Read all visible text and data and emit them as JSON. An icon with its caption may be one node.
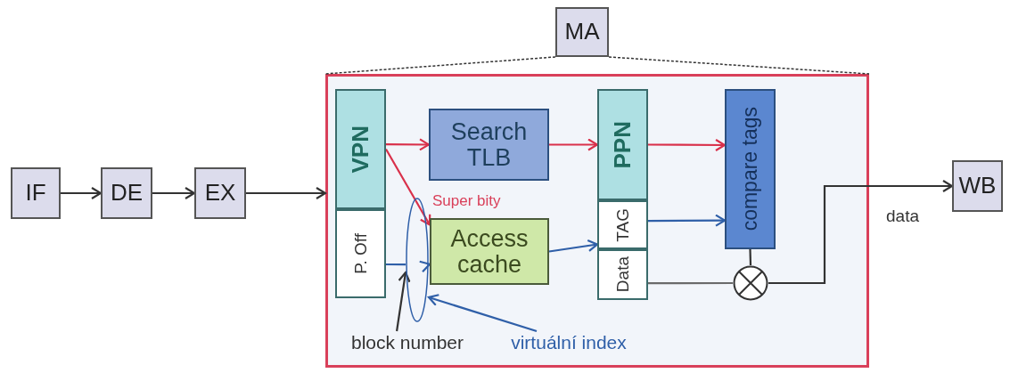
{
  "diagram": {
    "nodes": [
      {
        "text": [
          "IF"
        ]
      },
      {
        "text": [
          "DE"
        ]
      },
      {
        "text": [
          "EX"
        ]
      },
      {
        "text": [
          "MA"
        ]
      },
      {
        "text": [],
        "shape": "box"
      },
      {
        "text": [
          "VPN"
        ],
        "in": 4
      },
      {
        "text": [
          "P. Off"
        ],
        "in": 4
      },
      {
        "text": [
          "Search TLB"
        ],
        "in": 4
      },
      {
        "text": [
          "PPN"
        ],
        "in": 4
      },
      {
        "text": [
          "TAG"
        ],
        "in": 4
      },
      {
        "text": [
          "Data"
        ],
        "in": 4
      },
      {
        "text": [
          "compare tags"
        ],
        "in": 4
      },
      {
        "text": [
          "Access cache"
        ],
        "in": 4
      },
      {
        "text": [],
        "shape": "ellipse",
        "in": 4
      },
      {
        "text": [],
        "shape": "circle",
        "in": 4
      },
      {
        "text": [
          "block number"
        ],
        "in": 4
      },
      {
        "text": [
          "virtuální index"
        ],
        "in": 4
      },
      {
        "text": [
          "WB"
        ]
      }
    ],
    "edges": [
      {
        "from": 0,
        "to": 1,
        "arrow": "to"
      },
      {
        "from": 1,
        "to": 2,
        "arrow": "to"
      },
      {
        "from": 2,
        "to": 4,
        "arrow": "to"
      },
      {
        "from": 3,
        "to": 4,
        "arrow": "none",
        "style": "dashed"
      },
      {
        "from": 3,
        "to": 4,
        "arrow": "none",
        "style": "dashed"
      },
      {
        "from": 5,
        "to": 7,
        "arrow": "to",
        "color": "#d9304a"
      },
      {
        "from": 5,
        "to": 12,
        "arrow": "to",
        "color": "#d9304a"
      },
      {
        "from": 7,
        "to": 8,
        "arrow": "to",
        "color": "#d9304a"
      },
      {
        "from": 8,
        "to": 11,
        "arrow": "to",
        "color": "#d9304a"
      },
      {
        "from": 6,
        "to": 13,
        "arrow": "none",
        "color": "#2f5fa8"
      },
      {
        "from": 12,
        "to": 9,
        "arrow": "to",
        "color": "#2f5fa8"
      },
      {
        "from": 9,
        "to": 11,
        "arrow": "to",
        "color": "#2f5fa8"
      },
      {
        "from": 10,
        "to": 14,
        "arrow": "none",
        "color": "#6a6a6a"
      },
      {
        "from": 11,
        "to": 14,
        "arrow": "none"
      },
      {
        "from": 14,
        "to": 17,
        "arrow": "to",
        "label": "data"
      },
      {
        "from": 15,
        "to": 13,
        "arrow": "to"
      },
      {
        "from": 16,
        "to": 13,
        "arrow": "to",
        "color": "#2f5fa8"
      },
      {
        "from": 13,
        "to": 12,
        "arrow": "to",
        "color": "#2f5fa8"
      }
    ],
    "labels": [
      "Super bity"
    ]
  }
}
